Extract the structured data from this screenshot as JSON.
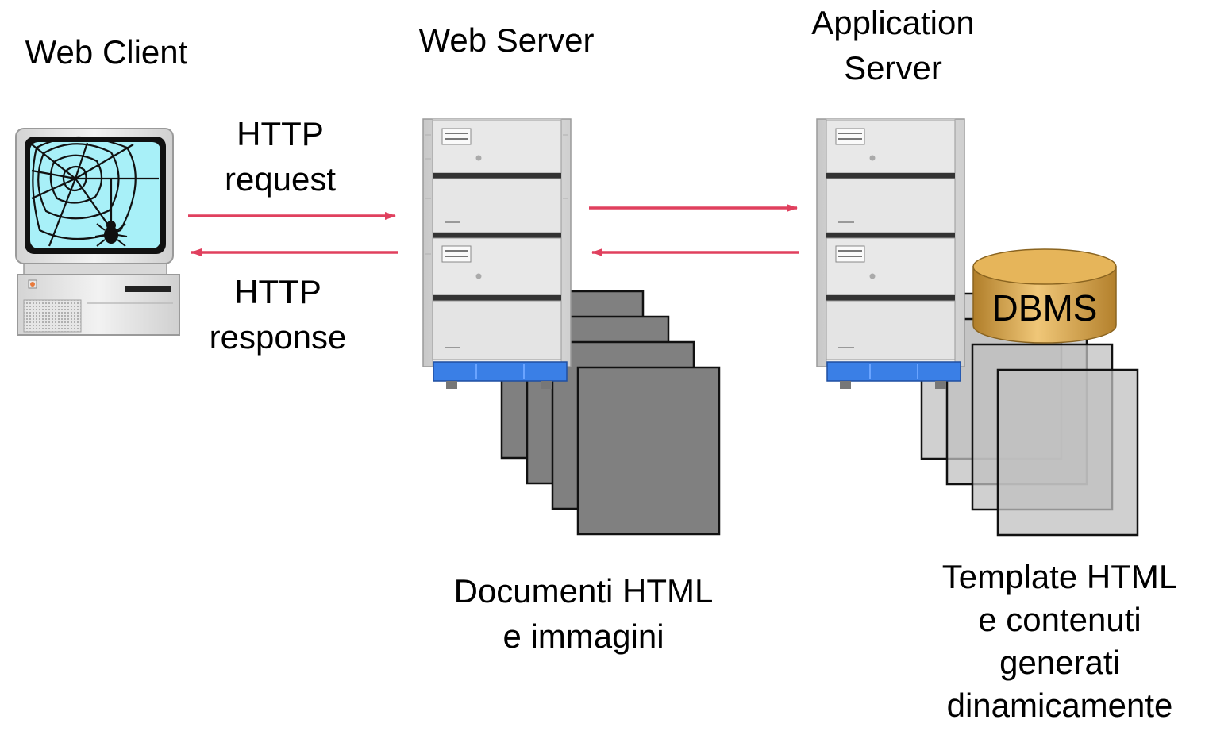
{
  "labels": {
    "web_client": "Web Client",
    "web_server": "Web Server",
    "app_server": [
      "Application",
      "Server"
    ],
    "http_request": [
      "HTTP",
      "request"
    ],
    "http_response": [
      "HTTP",
      "response"
    ],
    "dbms": "DBMS",
    "documents": [
      "Documenti HTML",
      "e immagini"
    ],
    "templates": [
      "Template HTML",
      "e contenuti",
      "generati",
      "dinamicamente"
    ]
  },
  "colors": {
    "arrow": "#e0405e",
    "page_dark": "#808080",
    "page_light": "#c0c0c0",
    "dbms_gold": "#d9a948",
    "screen": "#a8f0f8",
    "server_base": "#3a7fe6"
  },
  "icons": {
    "client": "computer-monitor-spiderweb-icon",
    "server": "rack-server-icon",
    "database": "database-cylinder-icon",
    "document": "document-page-icon"
  }
}
